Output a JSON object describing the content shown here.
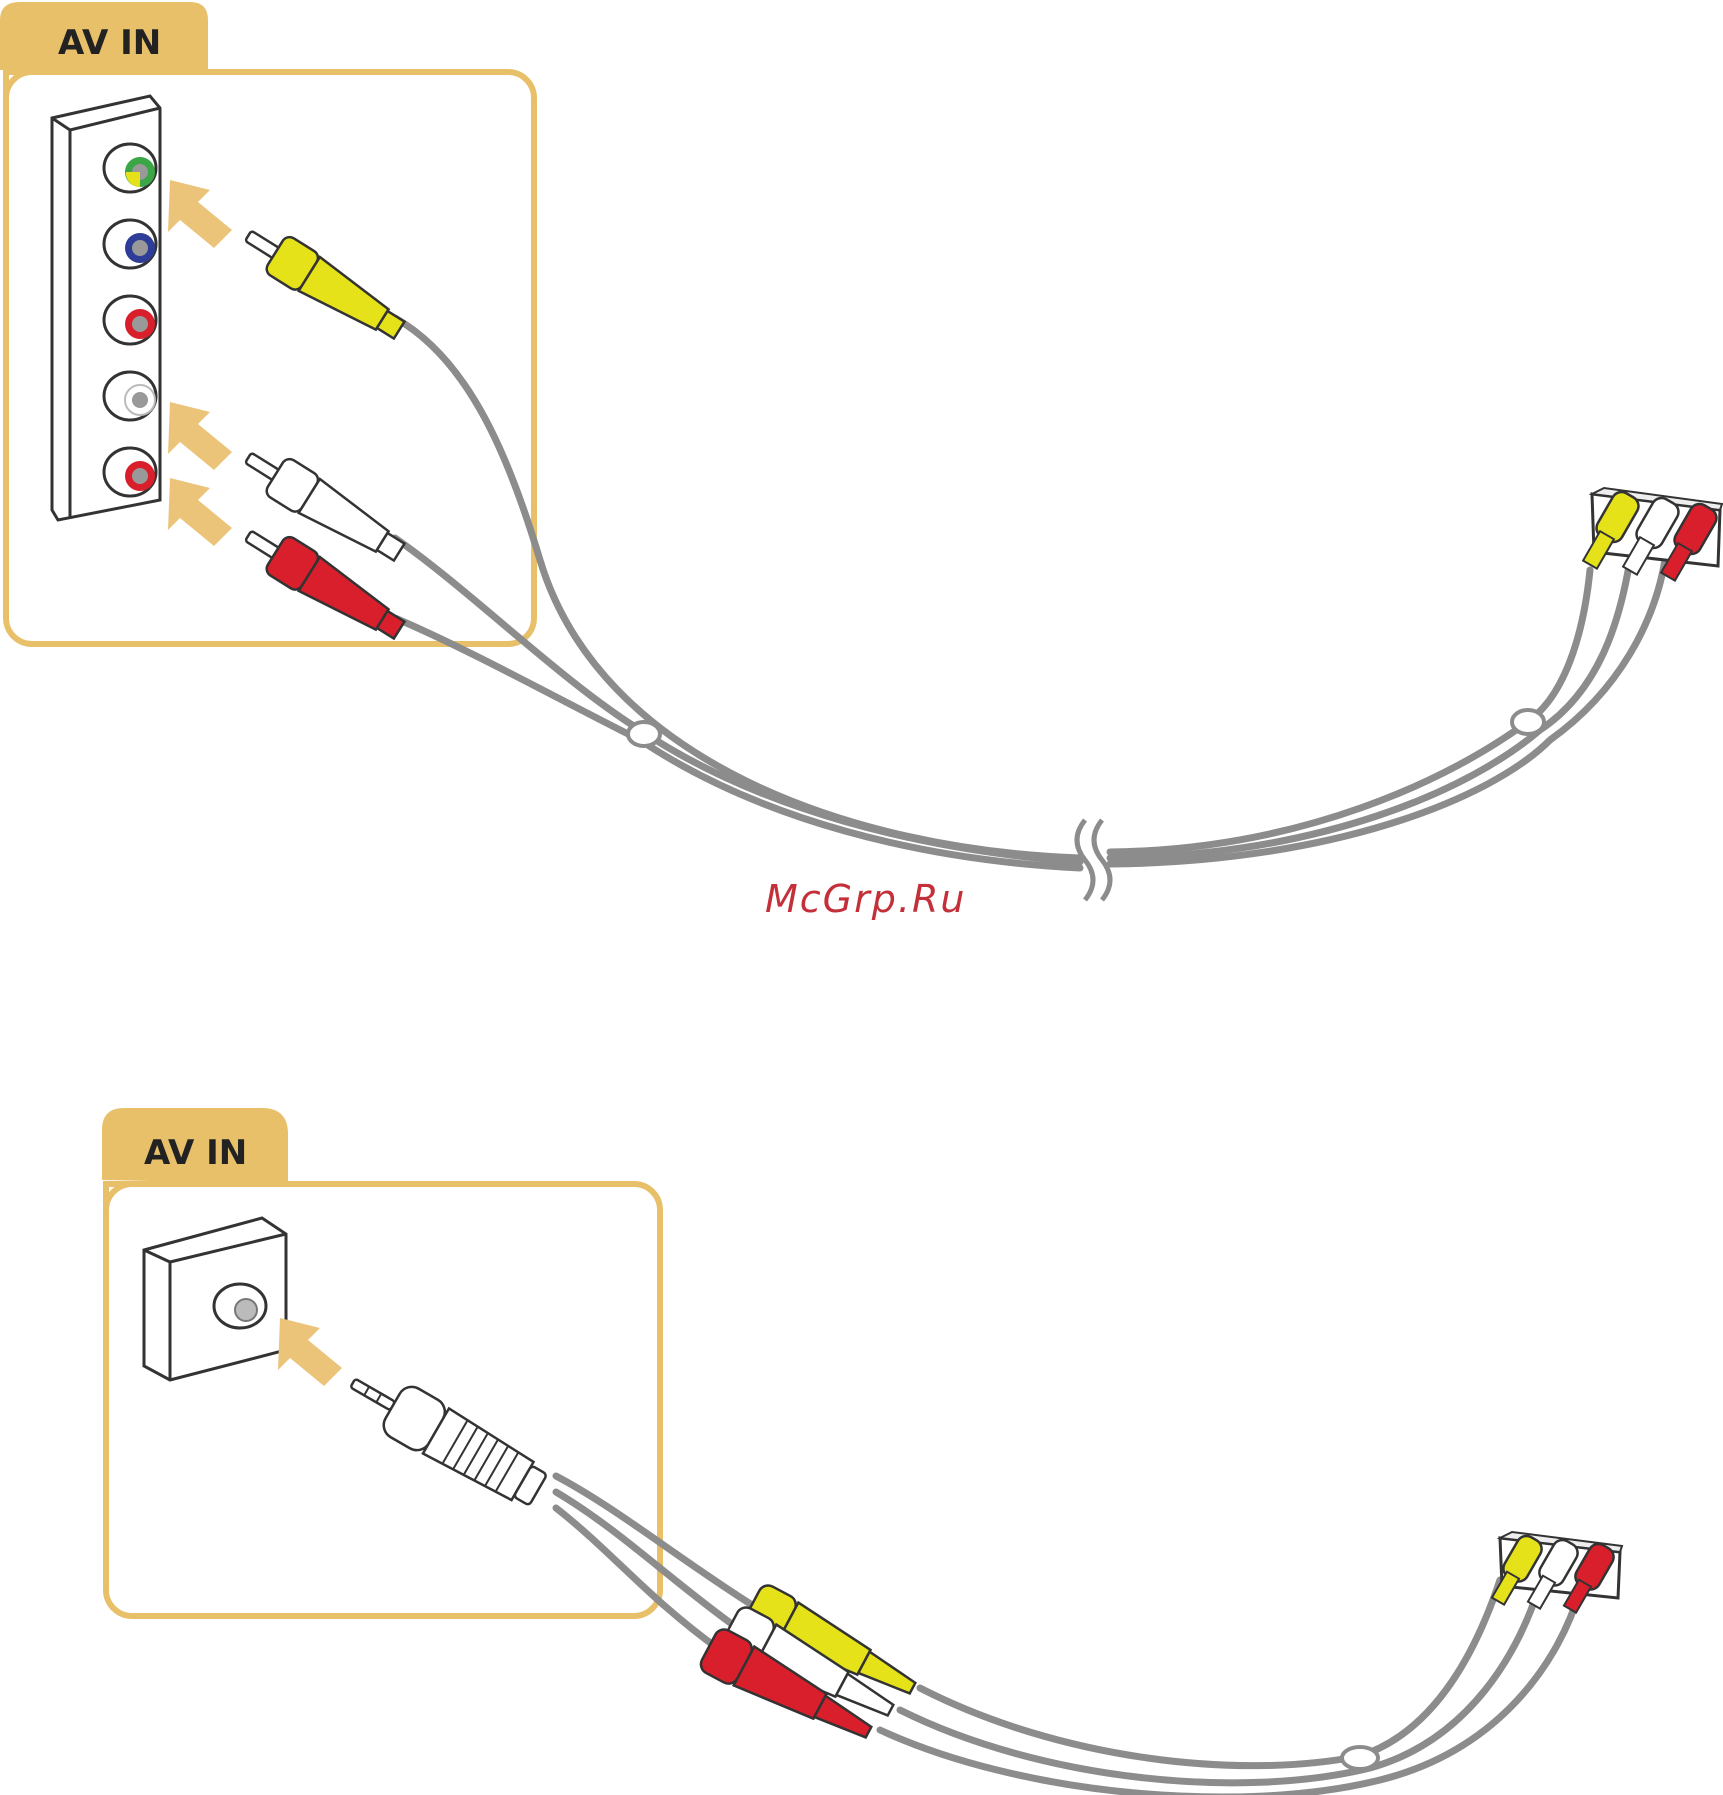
{
  "panels": [
    {
      "label": "AV IN"
    },
    {
      "label": "AV IN"
    }
  ],
  "watermark": "McGrp.Ru",
  "colors": {
    "panel_border": "#e8c06a",
    "cable": "#8c8c8c",
    "yellow_plug": "#e6e21a",
    "red_plug": "#d91f2b",
    "white_plug": "#ffffff",
    "port_green": "#3aa645",
    "port_blue": "#2e3e98",
    "port_red": "#d91f2b"
  },
  "icons": [
    "arrow-icon",
    "rca-plug-icon",
    "mini-jack-plug-icon",
    "av-port-icon",
    "cable-break-icon"
  ]
}
